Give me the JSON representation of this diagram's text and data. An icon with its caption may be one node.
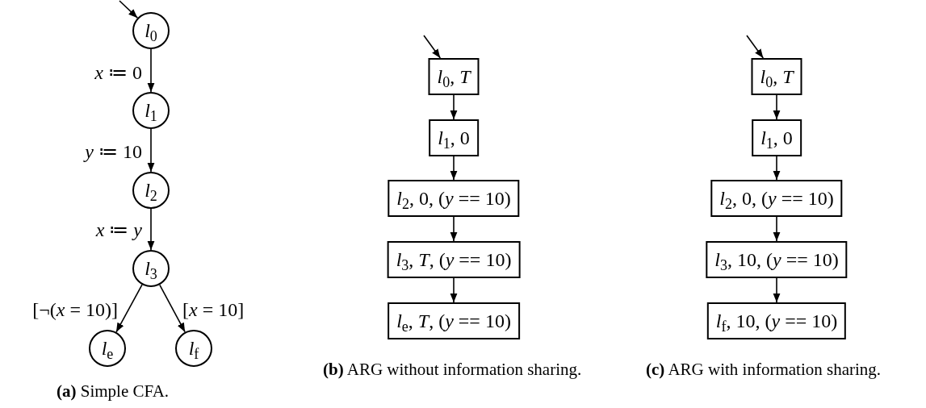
{
  "diagram": {
    "nodes": [
      {
        "text": [
          "*l*$_{0}$"
        ]
      },
      {
        "text": [
          "*l*$_{1}$"
        ]
      },
      {
        "text": [
          "*l*$_{2}$"
        ]
      },
      {
        "text": [
          "*l*$_{3}$"
        ]
      },
      {
        "text": [
          "*l*$_{e}$"
        ]
      },
      {
        "text": [
          "*l*$_{f}$"
        ]
      },
      {
        "text": [
          "*l*$_{0}$, *T*"
        ]
      },
      {
        "text": [
          "*l*$_{1}$, 0"
        ]
      },
      {
        "text": [
          "*l*$_{2}$, 0, (*y* == 10)"
        ]
      },
      {
        "text": [
          "*l*$_{3}$, *T*, (*y* == 10)"
        ]
      },
      {
        "text": [
          "*l*$_{e}$, *T*, (*y* == 10)"
        ]
      },
      {
        "text": [
          "*l*$_{0}$, *T*"
        ]
      },
      {
        "text": [
          "*l*$_{1}$, 0"
        ]
      },
      {
        "text": [
          "*l*$_{2}$, 0, (*y* == 10)"
        ]
      },
      {
        "text": [
          "*l*$_{3}$, 10, (*y* == 10)"
        ]
      },
      {
        "text": [
          "*l*$_{f}$, 10, (*y* == 10)"
        ]
      }
    ],
    "edges": [
      {
        "from": null,
        "to": 0,
        "arrow": "to"
      },
      {
        "from": 0,
        "to": 1,
        "arrow": "to",
        "label": "*x* ≔ 0"
      },
      {
        "from": 1,
        "to": 2,
        "arrow": "to",
        "label": "*y* ≔ 10"
      },
      {
        "from": 2,
        "to": 3,
        "arrow": "to",
        "label": "*x* ≔ *y*"
      },
      {
        "from": 3,
        "to": 4,
        "arrow": "to",
        "label": "[¬(*x* = 10)]"
      },
      {
        "from": 3,
        "to": 5,
        "arrow": "to",
        "label": "[*x* = 10]"
      },
      {
        "from": null,
        "to": 6,
        "arrow": "to"
      },
      {
        "from": 6,
        "to": 7,
        "arrow": "to"
      },
      {
        "from": 7,
        "to": 8,
        "arrow": "to"
      },
      {
        "from": 8,
        "to": 9,
        "arrow": "to"
      },
      {
        "from": 9,
        "to": 10,
        "arrow": "to"
      },
      {
        "from": null,
        "to": 11,
        "arrow": "to"
      },
      {
        "from": 11,
        "to": 12,
        "arrow": "to"
      },
      {
        "from": 12,
        "to": 13,
        "arrow": "to"
      },
      {
        "from": 13,
        "to": 14,
        "arrow": "to"
      },
      {
        "from": 14,
        "to": 15,
        "arrow": "to"
      }
    ],
    "labels": [
      "**(a)** Simple CFA.",
      "**(b)** ARG without information sharing.",
      "**(c)** ARG with information sharing."
    ]
  }
}
